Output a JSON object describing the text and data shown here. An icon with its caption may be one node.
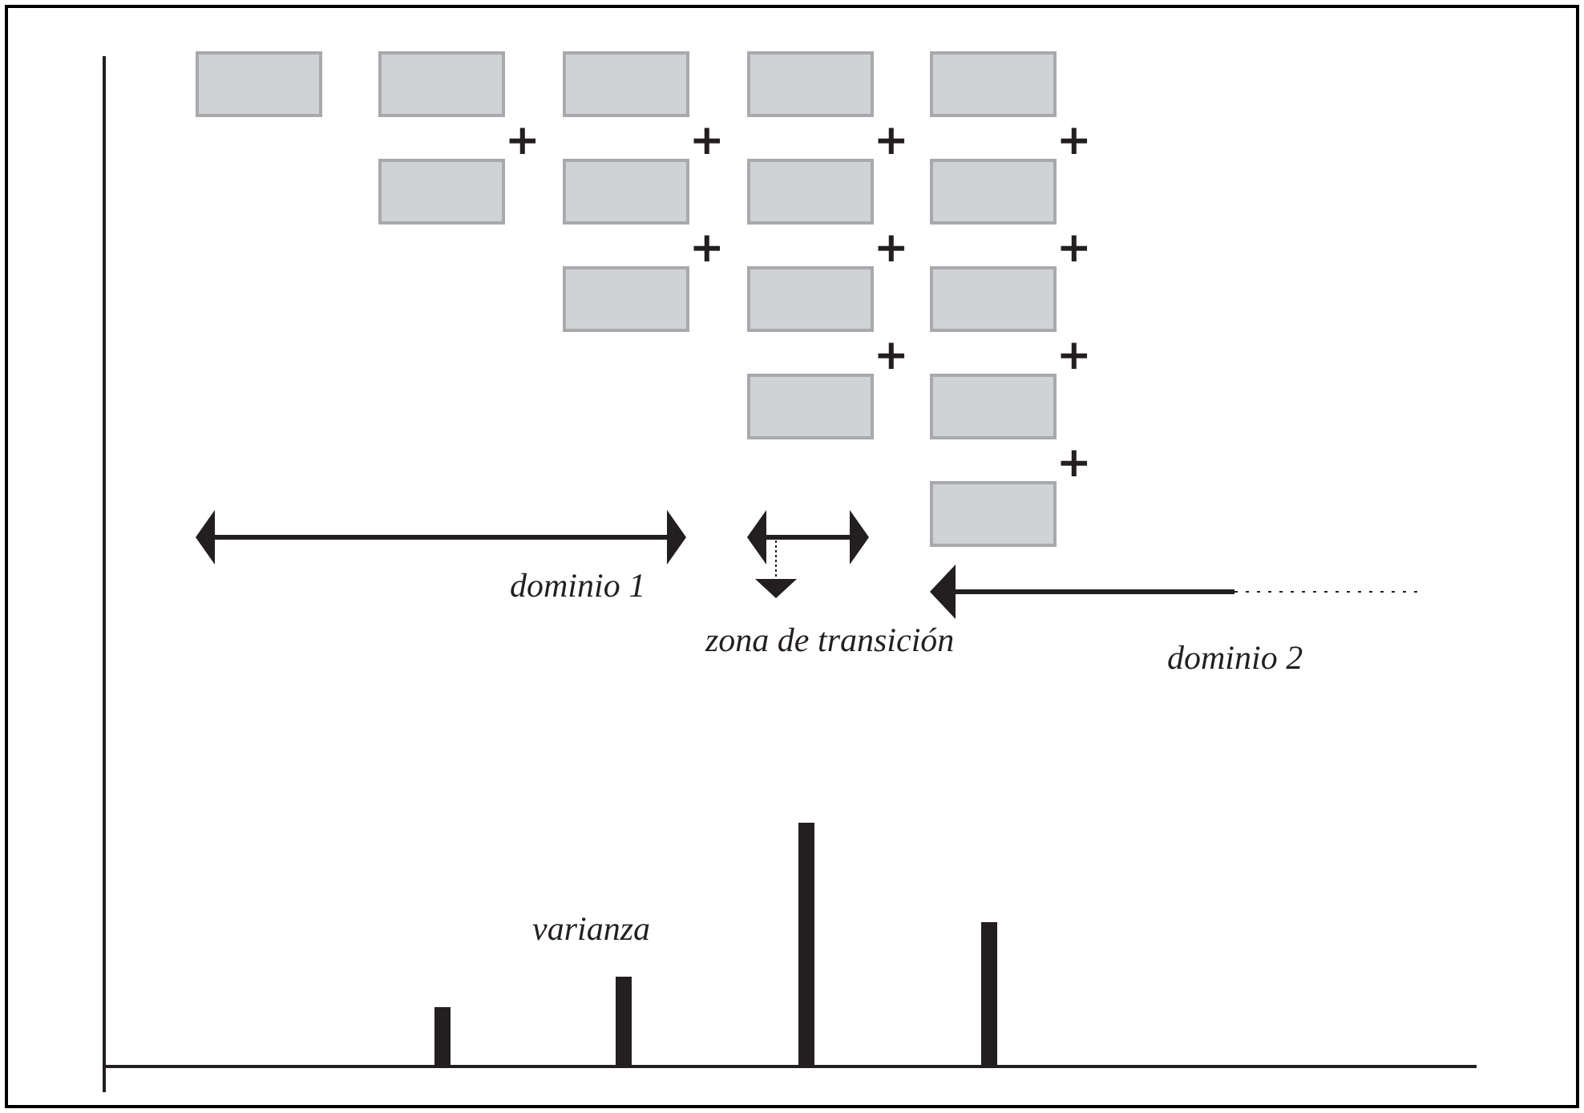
{
  "diagram": {
    "nodes": [
      {
        "text": [],
        "shape": "box"
      },
      {
        "text": [],
        "shape": "box"
      },
      {
        "text": [],
        "shape": "box"
      },
      {
        "text": [],
        "shape": "box"
      },
      {
        "text": [],
        "shape": "box"
      },
      {
        "text": [],
        "shape": "box"
      },
      {
        "text": [],
        "shape": "box"
      },
      {
        "text": [],
        "shape": "box"
      },
      {
        "text": [],
        "shape": "box"
      },
      {
        "text": [],
        "shape": "box"
      },
      {
        "text": [],
        "shape": "box"
      },
      {
        "text": [],
        "shape": "box"
      },
      {
        "text": [],
        "shape": "box"
      },
      {
        "text": [],
        "shape": "box"
      },
      {
        "text": [],
        "shape": "box"
      }
    ],
    "labels": [
      "+",
      "+",
      "+",
      "+",
      "+",
      "+",
      "+",
      "+",
      "+",
      "+",
      "dominio 1",
      "zona de transición",
      "dominio 2",
      "varianza"
    ]
  }
}
